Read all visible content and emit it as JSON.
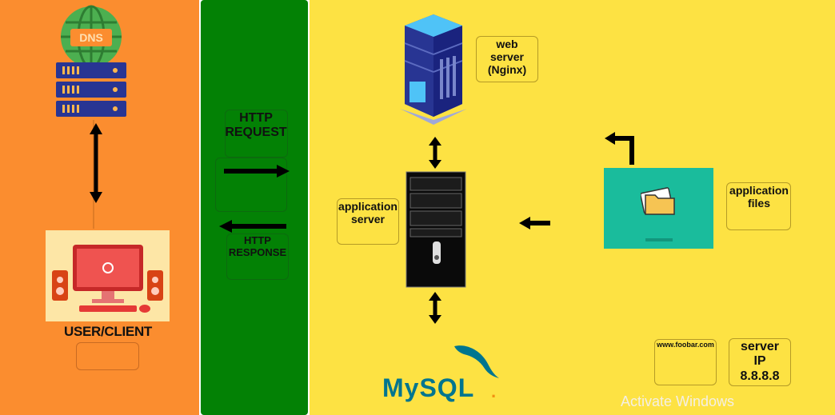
{
  "dns": {
    "label": "DNS"
  },
  "client": {
    "label": "USER/CLIENT"
  },
  "http": {
    "request": "HTTP\nREQUEST",
    "response": "HTTP\nRESPONSE"
  },
  "web_server": {
    "label": "web\nserver\n(Nginx)"
  },
  "app_server": {
    "label": "application\nserver"
  },
  "app_files": {
    "label": "application\nfiles"
  },
  "database": {
    "label": "MySQL",
    "mark": "."
  },
  "domain": {
    "label": "www.foobar.com"
  },
  "server_ip": {
    "label": "server\nIP\n8.8.8.8"
  },
  "watermark": "Activate Windows",
  "colors": {
    "orange": "#fb8d2f",
    "green": "#038105",
    "yellow": "#fde243",
    "teal": "#1abc9c",
    "mysql_blue": "#00758f",
    "mysql_orange": "#f29111"
  }
}
